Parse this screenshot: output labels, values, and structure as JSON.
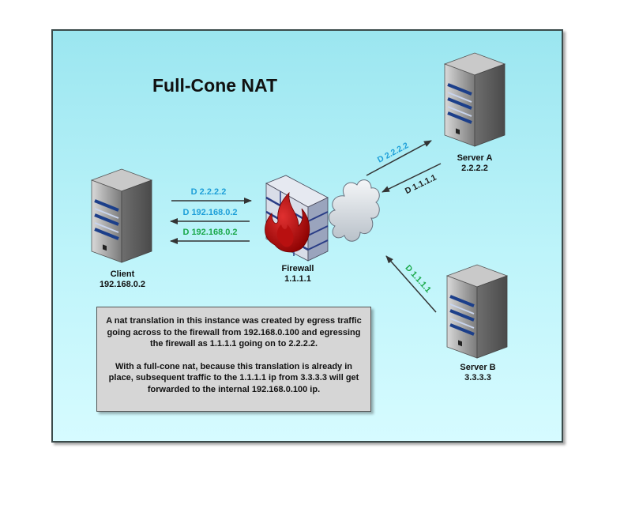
{
  "title": "Full-Cone NAT",
  "client": {
    "name": "Client",
    "ip": "192.168.0.2"
  },
  "firewall": {
    "name": "Firewall",
    "ip": "1.1.1.1"
  },
  "server_a": {
    "name": "Server A",
    "ip": "2.2.2.2"
  },
  "server_b": {
    "name": "Server B",
    "ip": "3.3.3.3"
  },
  "arrows": {
    "client_to_fw": "D 2.2.2.2",
    "fw_to_client_1": "D 192.168.0.2",
    "fw_to_client_2": "D 192.168.0.2",
    "fw_to_server_a": "D 2.2.2.2",
    "server_a_to_fw": "D 1.1.1.1",
    "server_b_to_fw": "D 1.1.1.1"
  },
  "note": {
    "paragraph1": "A nat translation in this instance was created by egress traffic going across to the firewall from 192.168.0.100 and egressing the firewall as 1.1.1.1 going on to 2.2.2.2.",
    "paragraph2": "With a full-cone nat, because this translation is already in place, subsequent traffic to the 1.1.1.1 ip from 3.3.3.3 will get forwarded to the internal 192.168.0.100 ip."
  },
  "colors": {
    "blue_label": "#1e9fd8",
    "green_label": "#1aa84a",
    "dark_label": "#222222"
  }
}
